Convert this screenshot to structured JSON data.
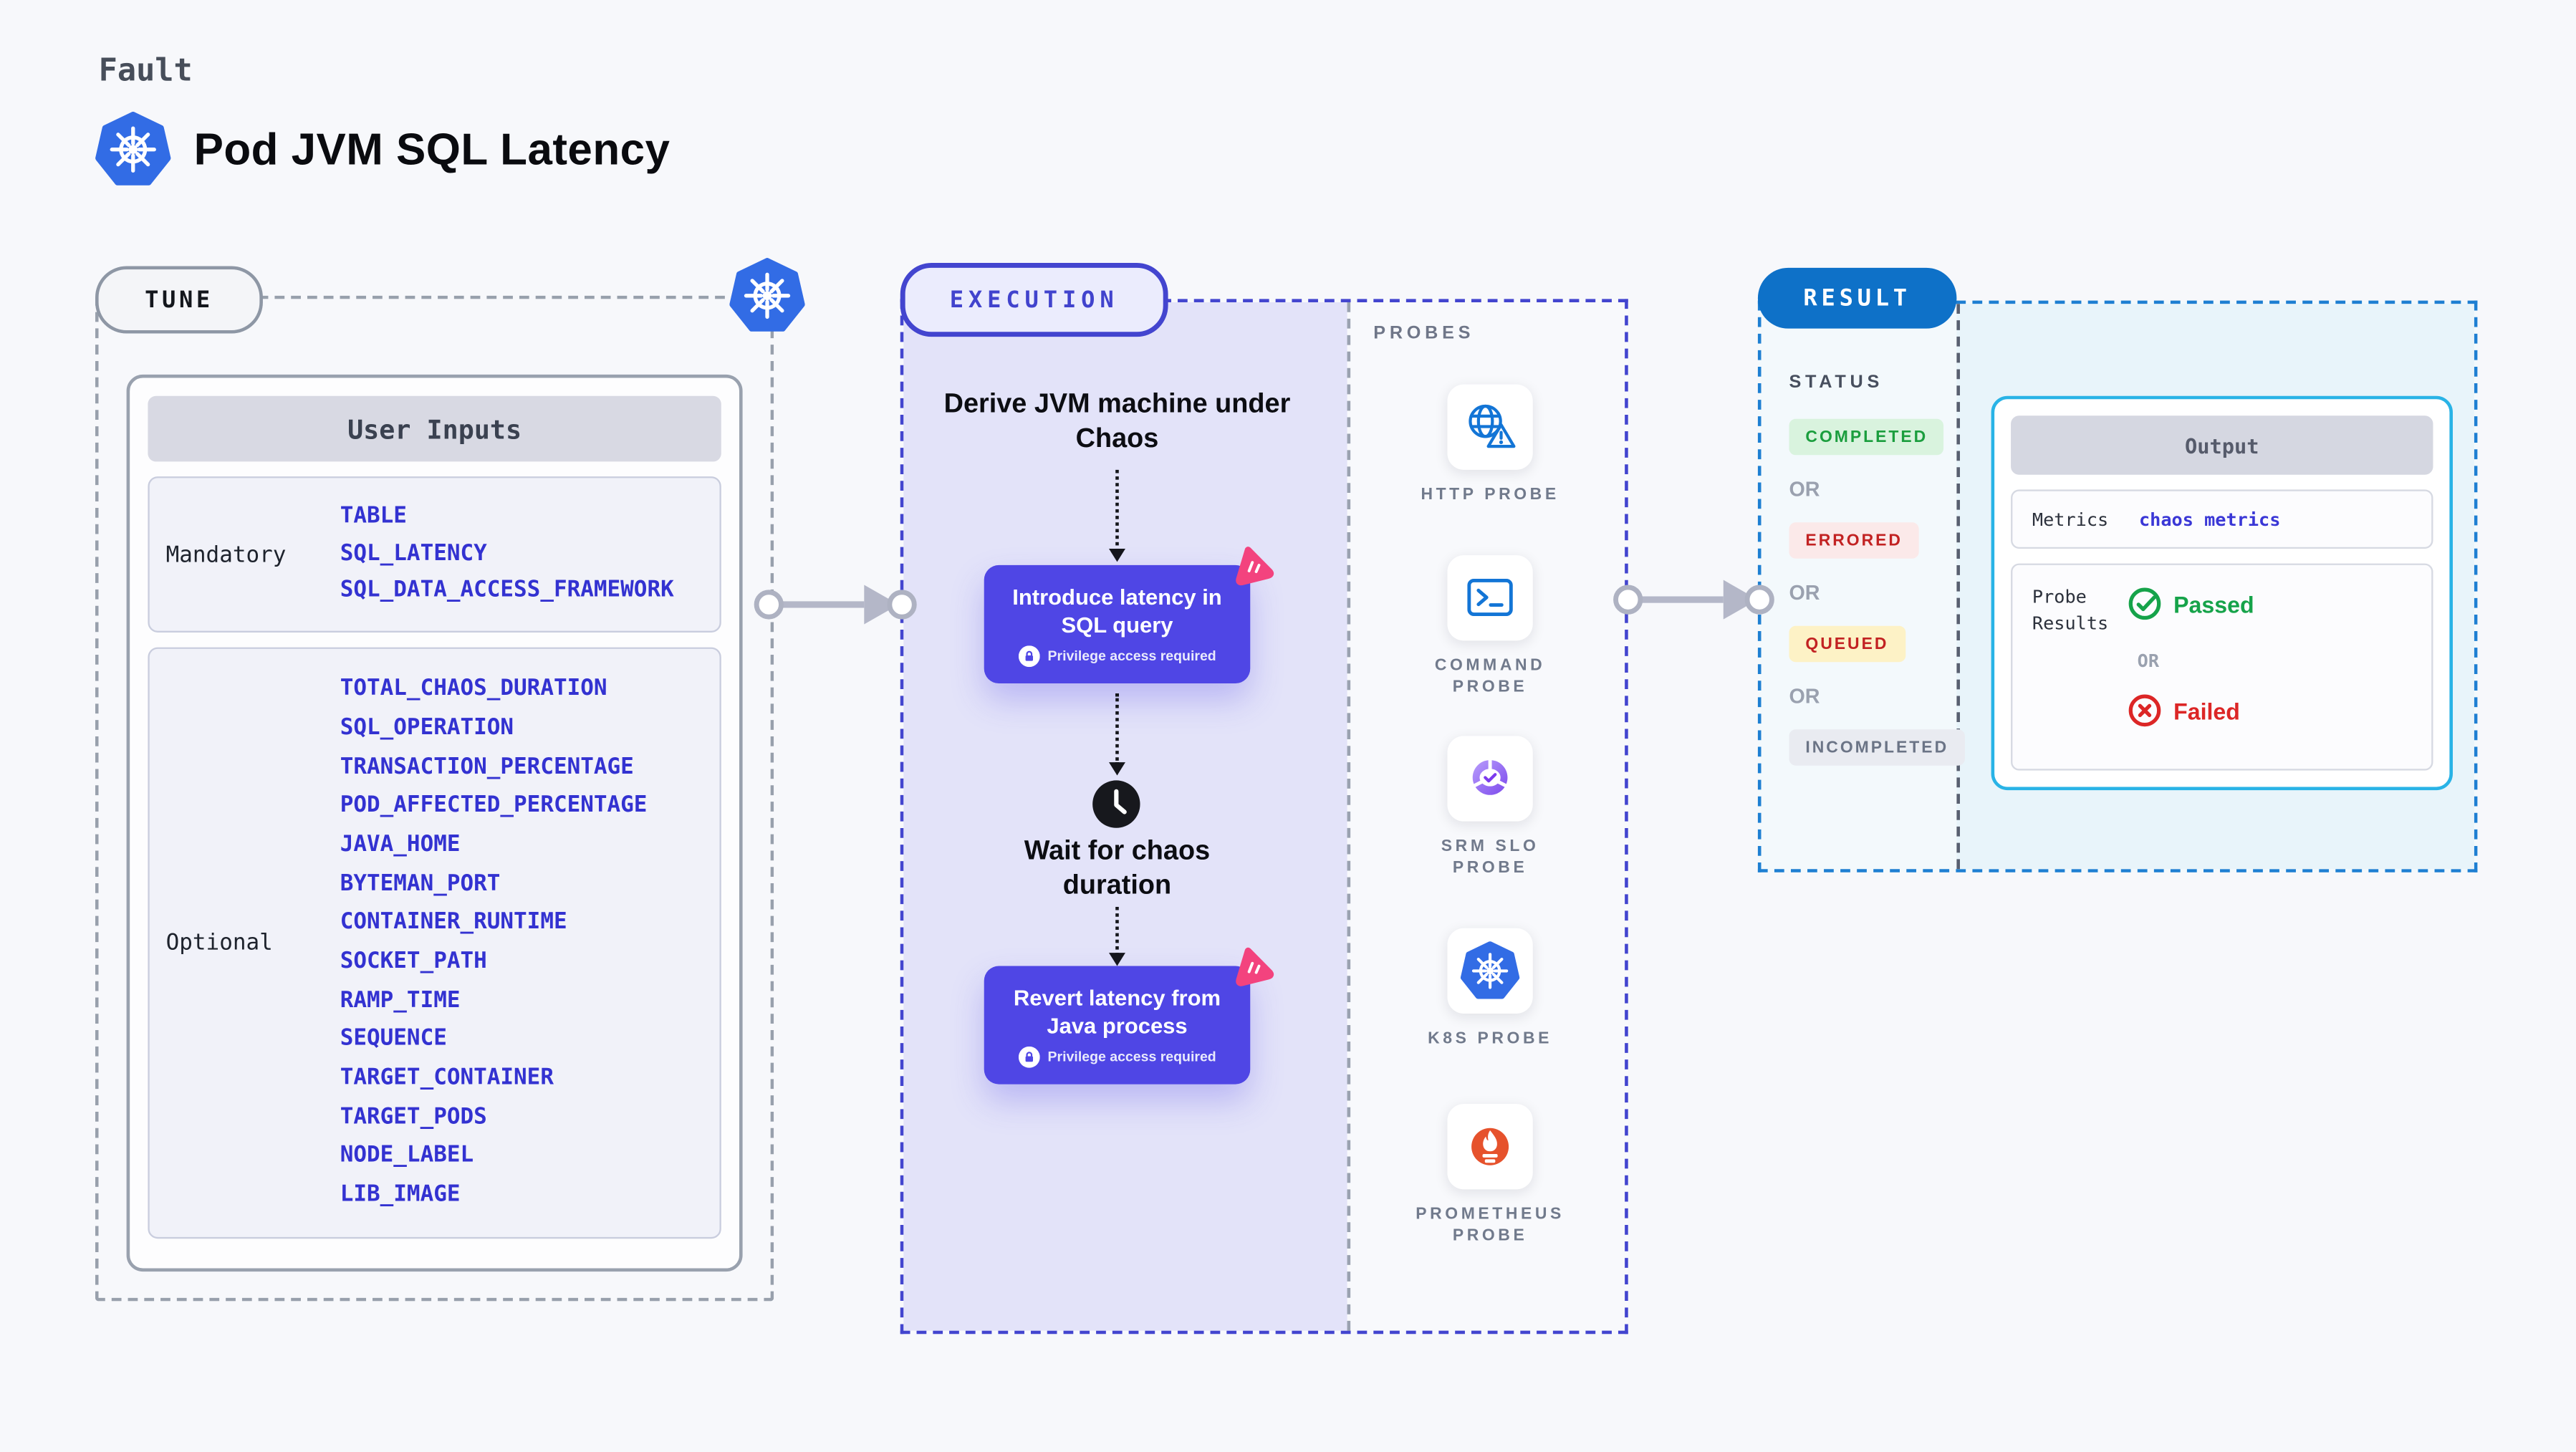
{
  "header": {
    "eyebrow": "Fault",
    "title": "Pod JVM SQL Latency",
    "title_icon": "kubernetes-icon"
  },
  "tune": {
    "label": "TUNE",
    "corner_icon": "kubernetes-icon",
    "table": {
      "title": "User Inputs",
      "groups": [
        {
          "label": "Mandatory",
          "items": [
            "TABLE",
            "SQL_LATENCY",
            "SQL_DATA_ACCESS_FRAMEWORK"
          ]
        },
        {
          "label": "Optional",
          "items": [
            "TOTAL_CHAOS_DURATION",
            "SQL_OPERATION",
            "TRANSACTION_PERCENTAGE",
            "POD_AFFECTED_PERCENTAGE",
            "JAVA_HOME",
            "BYTEMAN_PORT",
            "CONTAINER_RUNTIME",
            "SOCKET_PATH",
            "RAMP_TIME",
            "SEQUENCE",
            "TARGET_CONTAINER",
            "TARGET_PODS",
            "NODE_LABEL",
            "LIB_IMAGE"
          ]
        }
      ]
    }
  },
  "execution": {
    "label": "EXECUTION",
    "derive_step": "Derive JVM machine under Chaos",
    "inject_step": "Introduce latency in SQL query",
    "wait_step": "Wait for chaos duration",
    "revert_step": "Revert latency from Java process",
    "privilege_note": "Privilege access required"
  },
  "probes": {
    "label": "PROBES",
    "items": [
      {
        "name": "HTTP PROBE",
        "icon": "globe-alert-icon"
      },
      {
        "name": "COMMAND\nPROBE",
        "icon": "terminal-icon"
      },
      {
        "name": "SRM SLO\nPROBE",
        "icon": "slo-donut-icon"
      },
      {
        "name": "K8S PROBE",
        "icon": "kubernetes-icon"
      },
      {
        "name": "PROMETHEUS\nPROBE",
        "icon": "prometheus-icon"
      }
    ]
  },
  "result": {
    "label": "RESULT",
    "status_title": "STATUS",
    "or_label": "OR",
    "statuses": [
      {
        "label": "COMPLETED",
        "fg": "#1b9e3e",
        "bg": "#d9f3de"
      },
      {
        "label": "ERRORED",
        "fg": "#c22222",
        "bg": "#fbe9e9"
      },
      {
        "label": "QUEUED",
        "fg": "#c22222",
        "bg": "#fdf2c6"
      },
      {
        "label": "INCOMPLETED",
        "fg": "#6b7486",
        "bg": "#e9ebf1"
      }
    ],
    "output": {
      "title": "Output",
      "metrics_label": "Metrics",
      "metrics_value": "chaos metrics",
      "probe_results_label": "Probe Results",
      "passed_label": "Passed",
      "failed_label": "Failed",
      "or_label": "OR"
    }
  },
  "colors": {
    "background": "#f7f8fb",
    "tune_border": "#98a0ac",
    "execution_accent": "#4345cf",
    "execution_fill": "#e3e3f9",
    "action_box": "#4f46e5",
    "pink_badge": "#f3437e",
    "result_accent": "#1e7fd2",
    "result_pill": "#0e71c8",
    "output_border": "#29b3e6",
    "value_text": "#3332d1",
    "passed_green": "#16a34a",
    "failed_red": "#dc2626",
    "arrow_gray": "#b4b7c8"
  }
}
